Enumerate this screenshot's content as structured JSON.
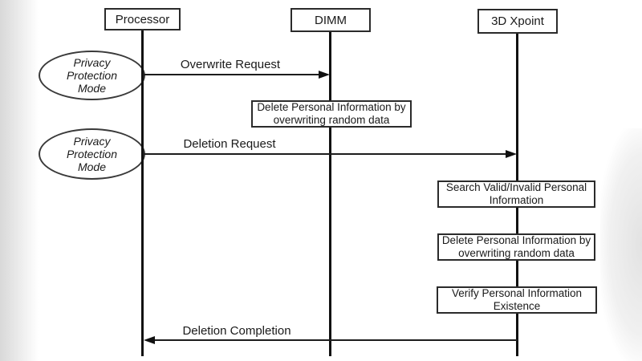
{
  "diagram": {
    "type": "sequence-diagram",
    "actors": [
      {
        "name": "Processor"
      },
      {
        "name": "DIMM"
      },
      {
        "name": "3D Xpoint"
      }
    ],
    "mode_notes": [
      {
        "text": "Privacy Protection Mode"
      },
      {
        "text": "Privacy Protection Mode"
      }
    ],
    "messages": [
      {
        "label": "Overwrite Request",
        "from": "Processor",
        "to": "DIMM"
      },
      {
        "label": "Deletion Request",
        "from": "Processor",
        "to": "3D Xpoint"
      },
      {
        "label": "Deletion Completion",
        "from": "3D Xpoint",
        "to": "Processor"
      }
    ],
    "activities": [
      {
        "on": "DIMM",
        "text": "Delete Personal Information by overwriting random data"
      },
      {
        "on": "3D Xpoint",
        "text": "Search Valid/Invalid Personal Information"
      },
      {
        "on": "3D Xpoint",
        "text": "Delete Personal Information by overwriting random data"
      },
      {
        "on": "3D Xpoint",
        "text": "Verify Personal Information Existence"
      }
    ],
    "colors": {
      "line": "#111111",
      "background": "#ffffff",
      "edge_shade": "#d6d6d6"
    }
  }
}
